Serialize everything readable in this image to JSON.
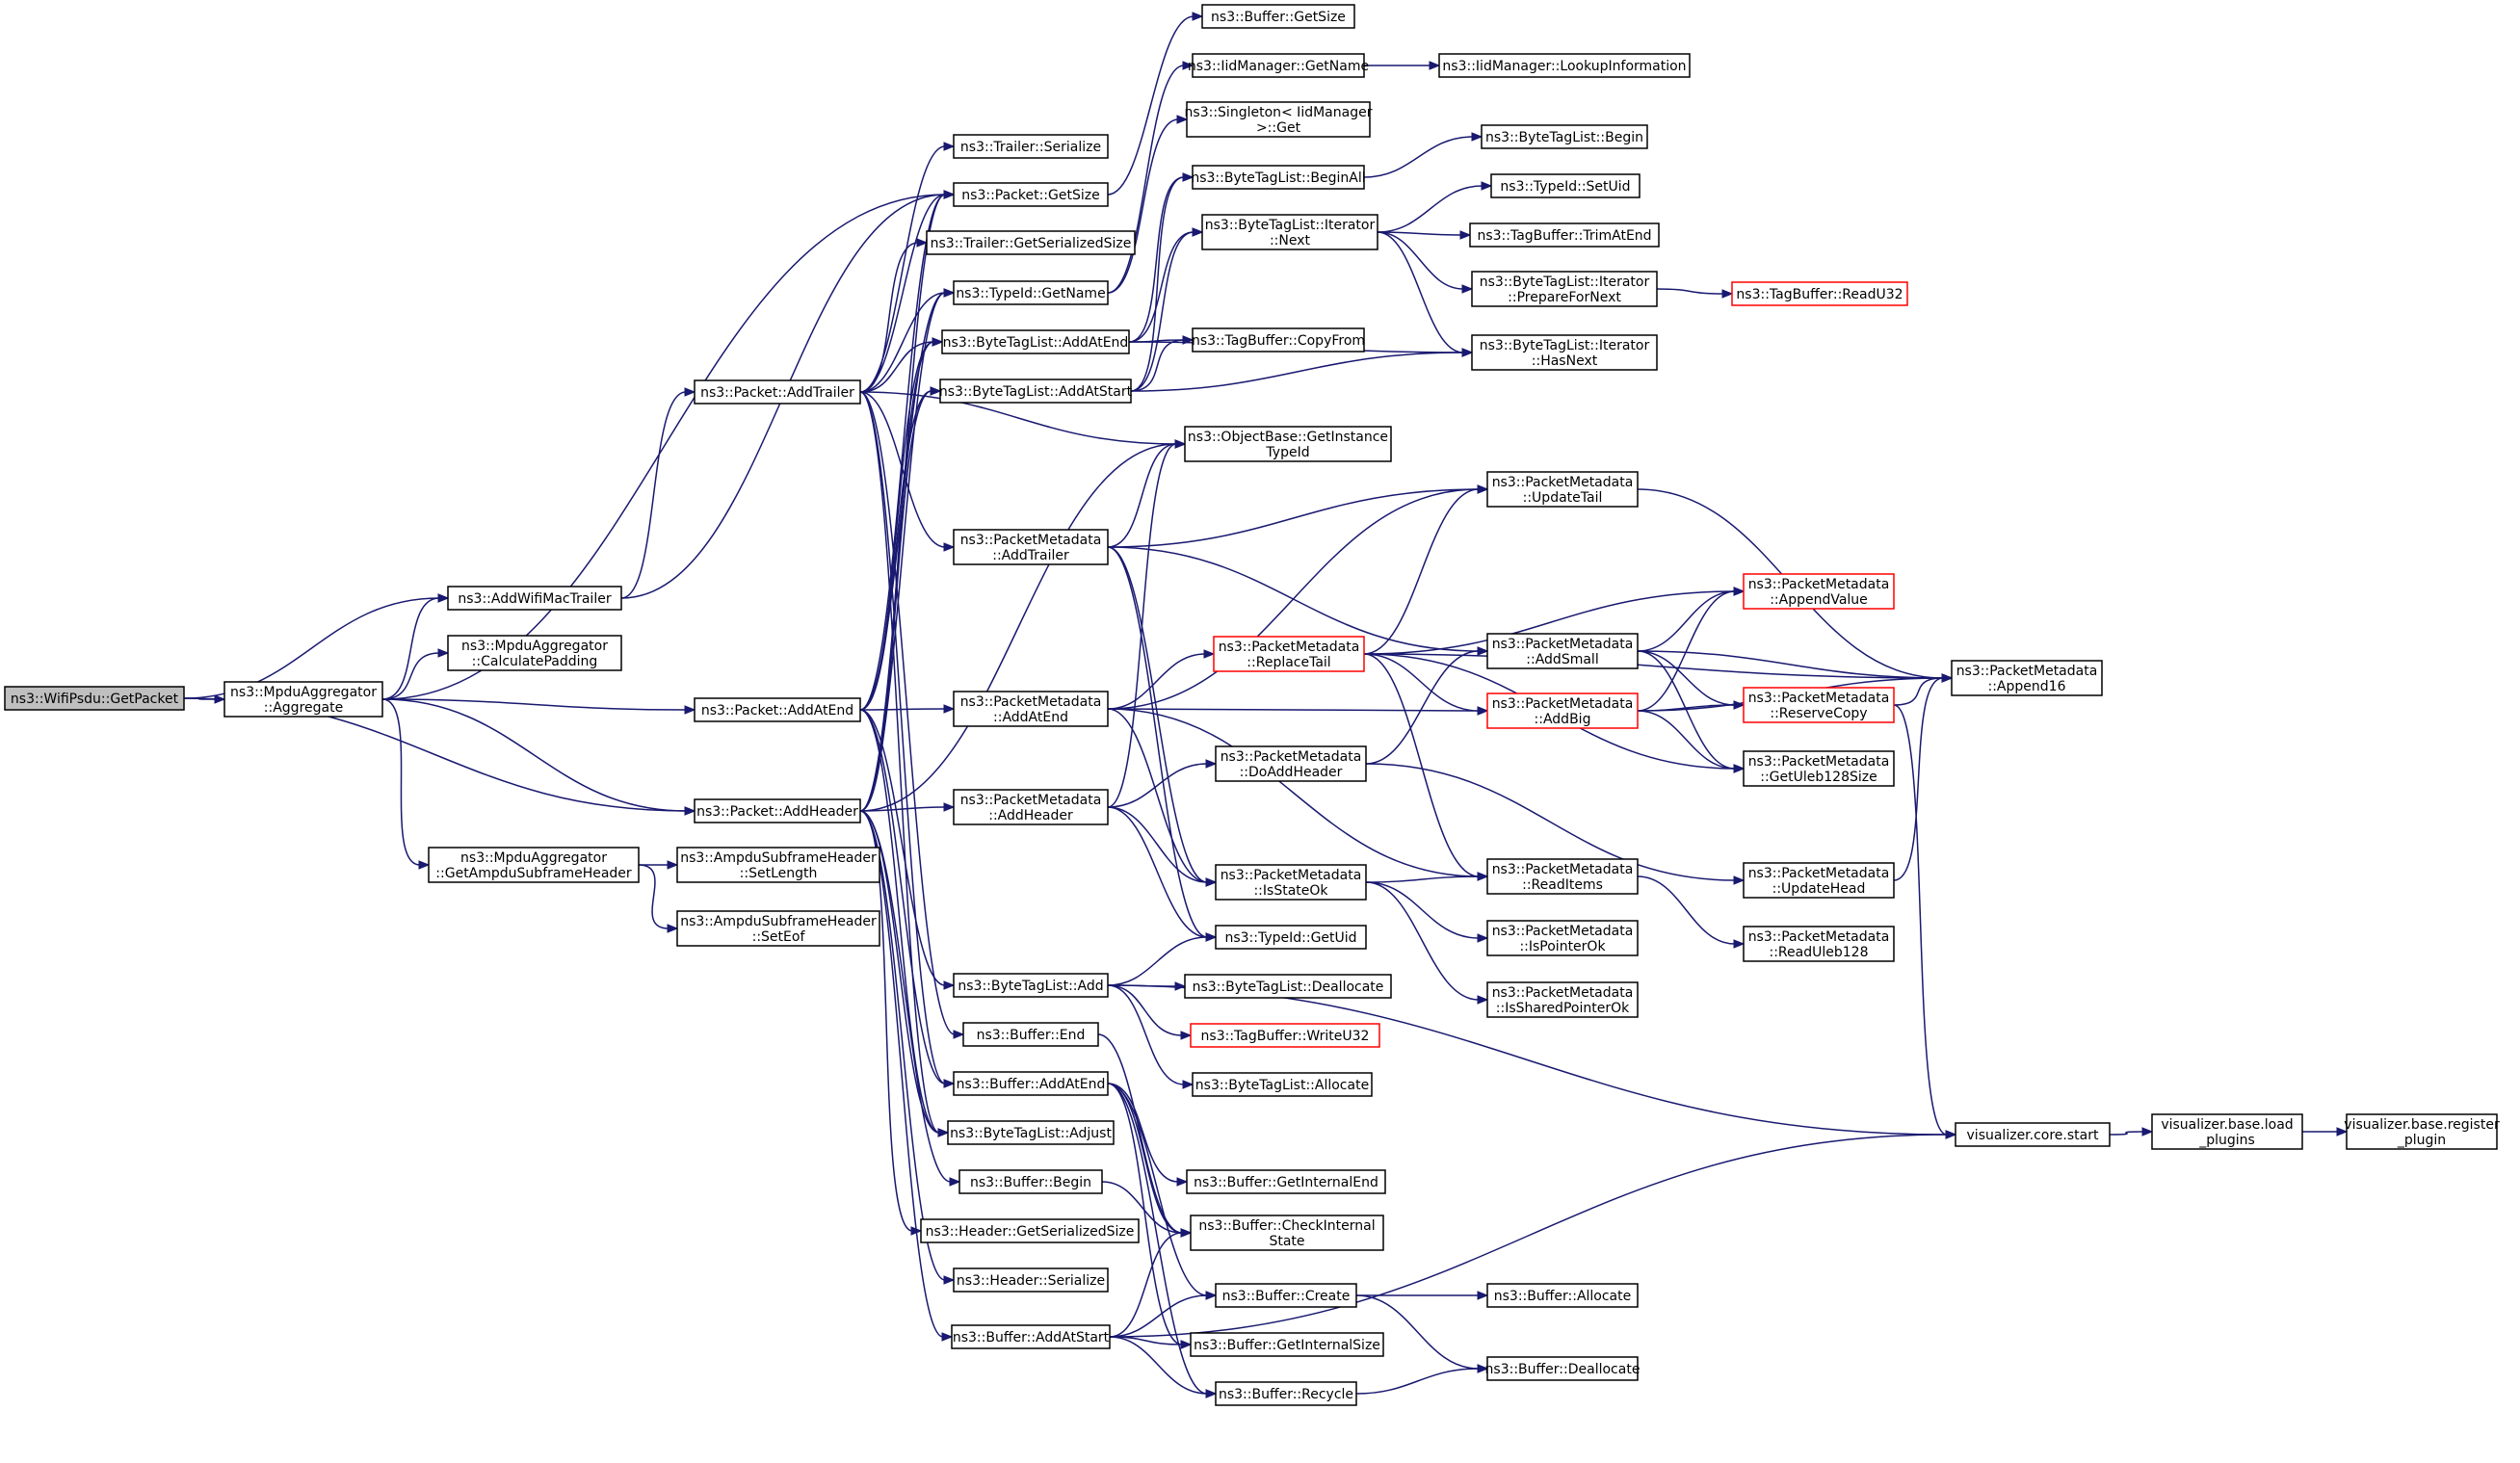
{
  "colors": {
    "edge": "#191970",
    "node_border": "#000000",
    "node_border_highlight": "#ff0000",
    "root_fill": "#bfbfbf",
    "background": "#ffffff"
  },
  "nodes": [
    {
      "id": "n_root",
      "lines": [
        "ns3::WifiPsdu::GetPacket"
      ],
      "style": "root"
    },
    {
      "id": "n_aggregate",
      "lines": [
        "ns3::MpduAggregator",
        "::Aggregate"
      ]
    },
    {
      "id": "n_addwifimactrailer",
      "lines": [
        "ns3::AddWifiMacTrailer"
      ]
    },
    {
      "id": "n_calcpadding",
      "lines": [
        "ns3::MpduAggregator",
        "::CalculatePadding"
      ]
    },
    {
      "id": "n_getampduhdr",
      "lines": [
        "ns3::MpduAggregator",
        "::GetAmpduSubframeHeader"
      ]
    },
    {
      "id": "n_setlength",
      "lines": [
        "ns3::AmpduSubframeHeader",
        "::SetLength"
      ]
    },
    {
      "id": "n_seteof",
      "lines": [
        "ns3::AmpduSubframeHeader",
        "::SetEof"
      ]
    },
    {
      "id": "n_addtrailer",
      "lines": [
        "ns3::Packet::AddTrailer"
      ]
    },
    {
      "id": "n_addatend",
      "lines": [
        "ns3::Packet::AddAtEnd"
      ]
    },
    {
      "id": "n_addheader",
      "lines": [
        "ns3::Packet::AddHeader"
      ]
    },
    {
      "id": "n_trailerserialize",
      "lines": [
        "ns3::Trailer::Serialize"
      ]
    },
    {
      "id": "n_packetgetsize",
      "lines": [
        "ns3::Packet::GetSize"
      ]
    },
    {
      "id": "n_trailergetser",
      "lines": [
        "ns3::Trailer::GetSerializedSize"
      ]
    },
    {
      "id": "n_typeidgetname",
      "lines": [
        "ns3::TypeId::GetName"
      ]
    },
    {
      "id": "n_btladdatend",
      "lines": [
        "ns3::ByteTagList::AddAtEnd"
      ]
    },
    {
      "id": "n_btladdatstart",
      "lines": [
        "ns3::ByteTagList::AddAtStart"
      ]
    },
    {
      "id": "n_pmaddtrailer",
      "lines": [
        "ns3::PacketMetadata",
        "::AddTrailer"
      ]
    },
    {
      "id": "n_pmaddatend",
      "lines": [
        "ns3::PacketMetadata",
        "::AddAtEnd"
      ]
    },
    {
      "id": "n_pmaddheader",
      "lines": [
        "ns3::PacketMetadata",
        "::AddHeader"
      ]
    },
    {
      "id": "n_btladd",
      "lines": [
        "ns3::ByteTagList::Add"
      ]
    },
    {
      "id": "n_bufend",
      "lines": [
        "ns3::Buffer::End"
      ]
    },
    {
      "id": "n_bufaddatend",
      "lines": [
        "ns3::Buffer::AddAtEnd"
      ]
    },
    {
      "id": "n_btladjust",
      "lines": [
        "ns3::ByteTagList::Adjust"
      ]
    },
    {
      "id": "n_bufbegin",
      "lines": [
        "ns3::Buffer::Begin"
      ]
    },
    {
      "id": "n_headergetser",
      "lines": [
        "ns3::Header::GetSerializedSize"
      ]
    },
    {
      "id": "n_headerserialize",
      "lines": [
        "ns3::Header::Serialize"
      ]
    },
    {
      "id": "n_bufaddatstart",
      "lines": [
        "ns3::Buffer::AddAtStart"
      ]
    },
    {
      "id": "n_bufgetsize",
      "lines": [
        "ns3::Buffer::GetSize"
      ]
    },
    {
      "id": "n_iidgetname",
      "lines": [
        "ns3::IidManager::GetName"
      ]
    },
    {
      "id": "n_singleton",
      "lines": [
        "ns3::Singleton< IidManager",
        ">::Get"
      ]
    },
    {
      "id": "n_btlbeginall",
      "lines": [
        "ns3::ByteTagList::BeginAll"
      ]
    },
    {
      "id": "n_itnext",
      "lines": [
        "ns3::ByteTagList::Iterator",
        "::Next"
      ]
    },
    {
      "id": "n_tbcopyfrom",
      "lines": [
        "ns3::TagBuffer::CopyFrom"
      ]
    },
    {
      "id": "n_getinstancetypeid",
      "lines": [
        "ns3::ObjectBase::GetInstance",
        "TypeId"
      ]
    },
    {
      "id": "n_replacetail",
      "lines": [
        "ns3::PacketMetadata",
        "::ReplaceTail"
      ],
      "style": "red"
    },
    {
      "id": "n_doaddheader",
      "lines": [
        "ns3::PacketMetadata",
        "::DoAddHeader"
      ]
    },
    {
      "id": "n_isstateok",
      "lines": [
        "ns3::PacketMetadata",
        "::IsStateOk"
      ]
    },
    {
      "id": "n_typeidgetuid",
      "lines": [
        "ns3::TypeId::GetUid"
      ]
    },
    {
      "id": "n_btldealloc",
      "lines": [
        "ns3::ByteTagList::Deallocate"
      ]
    },
    {
      "id": "n_tbwriteu32",
      "lines": [
        "ns3::TagBuffer::WriteU32"
      ],
      "style": "red"
    },
    {
      "id": "n_btlallocate",
      "lines": [
        "ns3::ByteTagList::Allocate"
      ]
    },
    {
      "id": "n_bufgetinternalend",
      "lines": [
        "ns3::Buffer::GetInternalEnd"
      ]
    },
    {
      "id": "n_bufcheckinternal",
      "lines": [
        "ns3::Buffer::CheckInternal",
        "State"
      ]
    },
    {
      "id": "n_bufcreate",
      "lines": [
        "ns3::Buffer::Create"
      ]
    },
    {
      "id": "n_bufgetinternalsize",
      "lines": [
        "ns3::Buffer::GetInternalSize"
      ]
    },
    {
      "id": "n_bufrecycle",
      "lines": [
        "ns3::Buffer::Recycle"
      ]
    },
    {
      "id": "n_iidlookup",
      "lines": [
        "ns3::IidManager::LookupInformation"
      ]
    },
    {
      "id": "n_btlbegin",
      "lines": [
        "ns3::ByteTagList::Begin"
      ]
    },
    {
      "id": "n_typeidsetuid",
      "lines": [
        "ns3::TypeId::SetUid"
      ]
    },
    {
      "id": "n_tbtrimatend",
      "lines": [
        "ns3::TagBuffer::TrimAtEnd"
      ]
    },
    {
      "id": "n_itprepare",
      "lines": [
        "ns3::ByteTagList::Iterator",
        "::PrepareForNext"
      ]
    },
    {
      "id": "n_ithasnext",
      "lines": [
        "ns3::ByteTagList::Iterator",
        "::HasNext"
      ]
    },
    {
      "id": "n_updatetail",
      "lines": [
        "ns3::PacketMetadata",
        "::UpdateTail"
      ]
    },
    {
      "id": "n_addsmall",
      "lines": [
        "ns3::PacketMetadata",
        "::AddSmall"
      ]
    },
    {
      "id": "n_addbig",
      "lines": [
        "ns3::PacketMetadata",
        "::AddBig"
      ],
      "style": "red"
    },
    {
      "id": "n_readitems",
      "lines": [
        "ns3::PacketMetadata",
        "::ReadItems"
      ]
    },
    {
      "id": "n_ispointerok",
      "lines": [
        "ns3::PacketMetadata",
        "::IsPointerOk"
      ]
    },
    {
      "id": "n_issharedpointerok",
      "lines": [
        "ns3::PacketMetadata",
        "::IsSharedPointerOk"
      ]
    },
    {
      "id": "n_bufallocate",
      "lines": [
        "ns3::Buffer::Allocate"
      ]
    },
    {
      "id": "n_bufdeallocate",
      "lines": [
        "ns3::Buffer::Deallocate"
      ]
    },
    {
      "id": "n_tbreadu32",
      "lines": [
        "ns3::TagBuffer::ReadU32"
      ],
      "style": "red"
    },
    {
      "id": "n_appendvalue",
      "lines": [
        "ns3::PacketMetadata",
        "::AppendValue"
      ],
      "style": "red"
    },
    {
      "id": "n_reservecopy",
      "lines": [
        "ns3::PacketMetadata",
        "::ReserveCopy"
      ],
      "style": "red"
    },
    {
      "id": "n_getuleb",
      "lines": [
        "ns3::PacketMetadata",
        "::GetUleb128Size"
      ]
    },
    {
      "id": "n_updatehead",
      "lines": [
        "ns3::PacketMetadata",
        "::UpdateHead"
      ]
    },
    {
      "id": "n_readuleb",
      "lines": [
        "ns3::PacketMetadata",
        "::ReadUleb128"
      ]
    },
    {
      "id": "n_append16",
      "lines": [
        "ns3::PacketMetadata",
        "::Append16"
      ]
    },
    {
      "id": "n_vizcorestart",
      "lines": [
        "visualizer.core.start"
      ]
    },
    {
      "id": "n_vizloadplugins",
      "lines": [
        "visualizer.base.load",
        "_plugins"
      ]
    },
    {
      "id": "n_vizregisterplugin",
      "lines": [
        "visualizer.base.register",
        "_plugin"
      ]
    }
  ],
  "edges": [
    [
      "n_root",
      "n_aggregate"
    ],
    [
      "n_root",
      "n_addwifimactrailer"
    ],
    [
      "n_root",
      "n_addheader"
    ],
    [
      "n_aggregate",
      "n_addwifimactrailer"
    ],
    [
      "n_aggregate",
      "n_calcpadding"
    ],
    [
      "n_aggregate",
      "n_getampduhdr"
    ],
    [
      "n_aggregate",
      "n_addatend"
    ],
    [
      "n_aggregate",
      "n_addheader"
    ],
    [
      "n_aggregate",
      "n_packetgetsize"
    ],
    [
      "n_addwifimactrailer",
      "n_addtrailer"
    ],
    [
      "n_addwifimactrailer",
      "n_packetgetsize"
    ],
    [
      "n_getampduhdr",
      "n_setlength"
    ],
    [
      "n_getampduhdr",
      "n_seteof"
    ],
    [
      "n_addtrailer",
      "n_trailerserialize"
    ],
    [
      "n_addtrailer",
      "n_packetgetsize"
    ],
    [
      "n_addtrailer",
      "n_trailergetser"
    ],
    [
      "n_addtrailer",
      "n_typeidgetname"
    ],
    [
      "n_addtrailer",
      "n_btladdatend"
    ],
    [
      "n_addtrailer",
      "n_getinstancetypeid"
    ],
    [
      "n_addtrailer",
      "n_pmaddtrailer"
    ],
    [
      "n_addtrailer",
      "n_bufaddatend"
    ],
    [
      "n_addtrailer",
      "n_btladjust"
    ],
    [
      "n_addtrailer",
      "n_bufend"
    ],
    [
      "n_addatend",
      "n_pmaddatend"
    ],
    [
      "n_addatend",
      "n_btladdatend"
    ],
    [
      "n_addatend",
      "n_btladdatstart"
    ],
    [
      "n_addatend",
      "n_btladd"
    ],
    [
      "n_addatend",
      "n_bufaddatend"
    ],
    [
      "n_addatend",
      "n_btladjust"
    ],
    [
      "n_addatend",
      "n_packetgetsize"
    ],
    [
      "n_addatend",
      "n_typeidgetname"
    ],
    [
      "n_addheader",
      "n_pmaddheader"
    ],
    [
      "n_addheader",
      "n_btladdatstart"
    ],
    [
      "n_addheader",
      "n_getinstancetypeid"
    ],
    [
      "n_addheader",
      "n_typeidgetname"
    ],
    [
      "n_addheader",
      "n_bufbegin"
    ],
    [
      "n_addheader",
      "n_headergetser"
    ],
    [
      "n_addheader",
      "n_headerserialize"
    ],
    [
      "n_addheader",
      "n_bufaddatstart"
    ],
    [
      "n_addheader",
      "n_btladjust"
    ],
    [
      "n_addheader",
      "n_packetgetsize"
    ],
    [
      "n_addheader",
      "n_btladdatend"
    ],
    [
      "n_packetgetsize",
      "n_bufgetsize"
    ],
    [
      "n_typeidgetname",
      "n_iidgetname"
    ],
    [
      "n_typeidgetname",
      "n_singleton"
    ],
    [
      "n_btladdatend",
      "n_btlbeginall"
    ],
    [
      "n_btladdatend",
      "n_itnext"
    ],
    [
      "n_btladdatend",
      "n_tbcopyfrom"
    ],
    [
      "n_btladdatend",
      "n_ithasnext"
    ],
    [
      "n_btladdatstart",
      "n_btlbeginall"
    ],
    [
      "n_btladdatstart",
      "n_itnext"
    ],
    [
      "n_btladdatstart",
      "n_tbcopyfrom"
    ],
    [
      "n_btladdatstart",
      "n_ithasnext"
    ],
    [
      "n_pmaddtrailer",
      "n_getinstancetypeid"
    ],
    [
      "n_pmaddtrailer",
      "n_updatetail"
    ],
    [
      "n_pmaddtrailer",
      "n_addsmall"
    ],
    [
      "n_pmaddtrailer",
      "n_isstateok"
    ],
    [
      "n_pmaddtrailer",
      "n_typeidgetuid"
    ],
    [
      "n_pmaddatend",
      "n_updatetail"
    ],
    [
      "n_pmaddatend",
      "n_replacetail"
    ],
    [
      "n_pmaddatend",
      "n_addbig"
    ],
    [
      "n_pmaddatend",
      "n_isstateok"
    ],
    [
      "n_pmaddatend",
      "n_readitems"
    ],
    [
      "n_pmaddheader",
      "n_doaddheader"
    ],
    [
      "n_pmaddheader",
      "n_isstateok"
    ],
    [
      "n_pmaddheader",
      "n_getinstancetypeid"
    ],
    [
      "n_pmaddheader",
      "n_typeidgetuid"
    ],
    [
      "n_btladd",
      "n_typeidgetuid"
    ],
    [
      "n_btladd",
      "n_btldealloc"
    ],
    [
      "n_btladd",
      "n_tbwriteu32"
    ],
    [
      "n_btladd",
      "n_btlallocate"
    ],
    [
      "n_btladd",
      "n_vizcorestart"
    ],
    [
      "n_bufend",
      "n_bufcheckinternal"
    ],
    [
      "n_bufaddatend",
      "n_bufgetinternalend"
    ],
    [
      "n_bufaddatend",
      "n_bufcheckinternal"
    ],
    [
      "n_bufaddatend",
      "n_bufcreate"
    ],
    [
      "n_bufaddatend",
      "n_bufgetinternalsize"
    ],
    [
      "n_bufaddatend",
      "n_bufrecycle"
    ],
    [
      "n_bufbegin",
      "n_bufcheckinternal"
    ],
    [
      "n_bufaddatstart",
      "n_bufcheckinternal"
    ],
    [
      "n_bufaddatstart",
      "n_bufcreate"
    ],
    [
      "n_bufaddatstart",
      "n_bufgetinternalsize"
    ],
    [
      "n_bufaddatstart",
      "n_bufrecycle"
    ],
    [
      "n_bufaddatstart",
      "n_vizcorestart"
    ],
    [
      "n_iidgetname",
      "n_iidlookup"
    ],
    [
      "n_btlbeginall",
      "n_btlbegin"
    ],
    [
      "n_itnext",
      "n_typeidsetuid"
    ],
    [
      "n_itnext",
      "n_tbtrimatend"
    ],
    [
      "n_itnext",
      "n_itprepare"
    ],
    [
      "n_itnext",
      "n_ithasnext"
    ],
    [
      "n_itprepare",
      "n_tbreadu32"
    ],
    [
      "n_replacetail",
      "n_updatetail"
    ],
    [
      "n_replacetail",
      "n_appendvalue"
    ],
    [
      "n_replacetail",
      "n_addbig"
    ],
    [
      "n_replacetail",
      "n_readitems"
    ],
    [
      "n_replacetail",
      "n_getuleb"
    ],
    [
      "n_replacetail",
      "n_append16"
    ],
    [
      "n_doaddheader",
      "n_addsmall"
    ],
    [
      "n_doaddheader",
      "n_updatehead"
    ],
    [
      "n_isstateok",
      "n_readitems"
    ],
    [
      "n_isstateok",
      "n_ispointerok"
    ],
    [
      "n_isstateok",
      "n_issharedpointerok"
    ],
    [
      "n_bufcreate",
      "n_bufallocate"
    ],
    [
      "n_bufcreate",
      "n_bufdeallocate"
    ],
    [
      "n_bufrecycle",
      "n_bufdeallocate"
    ],
    [
      "n_updatetail",
      "n_append16"
    ],
    [
      "n_addsmall",
      "n_appendvalue"
    ],
    [
      "n_addsmall",
      "n_reservecopy"
    ],
    [
      "n_addsmall",
      "n_getuleb"
    ],
    [
      "n_addsmall",
      "n_append16"
    ],
    [
      "n_addbig",
      "n_appendvalue"
    ],
    [
      "n_addbig",
      "n_reservecopy"
    ],
    [
      "n_addbig",
      "n_getuleb"
    ],
    [
      "n_addbig",
      "n_append16"
    ],
    [
      "n_readitems",
      "n_readuleb"
    ],
    [
      "n_updatehead",
      "n_append16"
    ],
    [
      "n_reservecopy",
      "n_append16"
    ],
    [
      "n_reservecopy",
      "n_vizcorestart"
    ],
    [
      "n_vizcorestart",
      "n_vizloadplugins"
    ],
    [
      "n_vizloadplugins",
      "n_vizregisterplugin"
    ]
  ]
}
